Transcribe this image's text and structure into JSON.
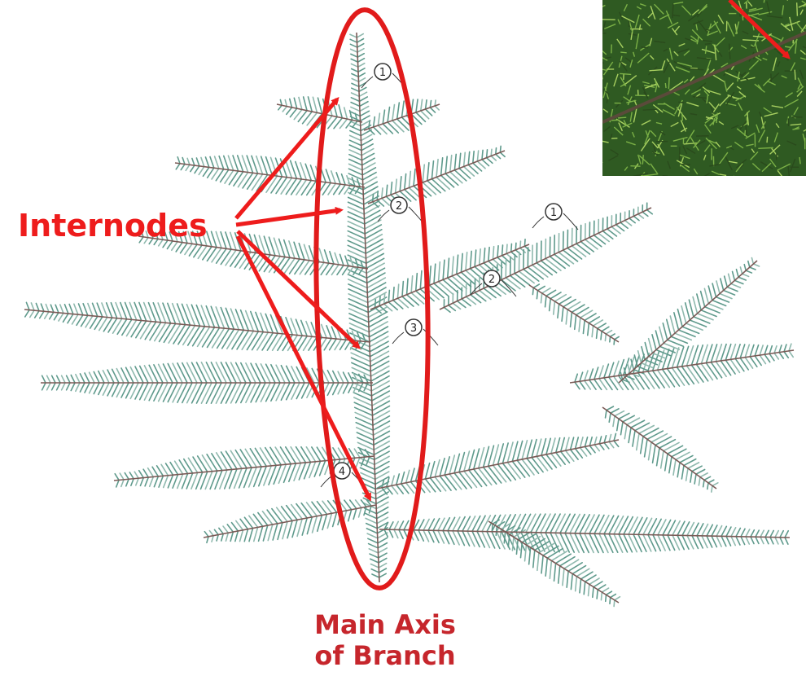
{
  "labels": {
    "internodes": "Internodes",
    "main_axis_line1": "Main Axis",
    "main_axis_line2": "of Branch"
  },
  "markers": [
    "1",
    "2",
    "3",
    "4",
    "1",
    "2"
  ],
  "colors": {
    "annotation_red": "#ee1c1c",
    "caption_red": "#c6262c",
    "needle_green": "#5f9a8c",
    "stem_brown": "#7a5a56",
    "photo_green": "#3c6a2a"
  },
  "icons": {
    "inset_photo": "conifer-branch-photo",
    "illustration": "fir-branch-illustration"
  }
}
